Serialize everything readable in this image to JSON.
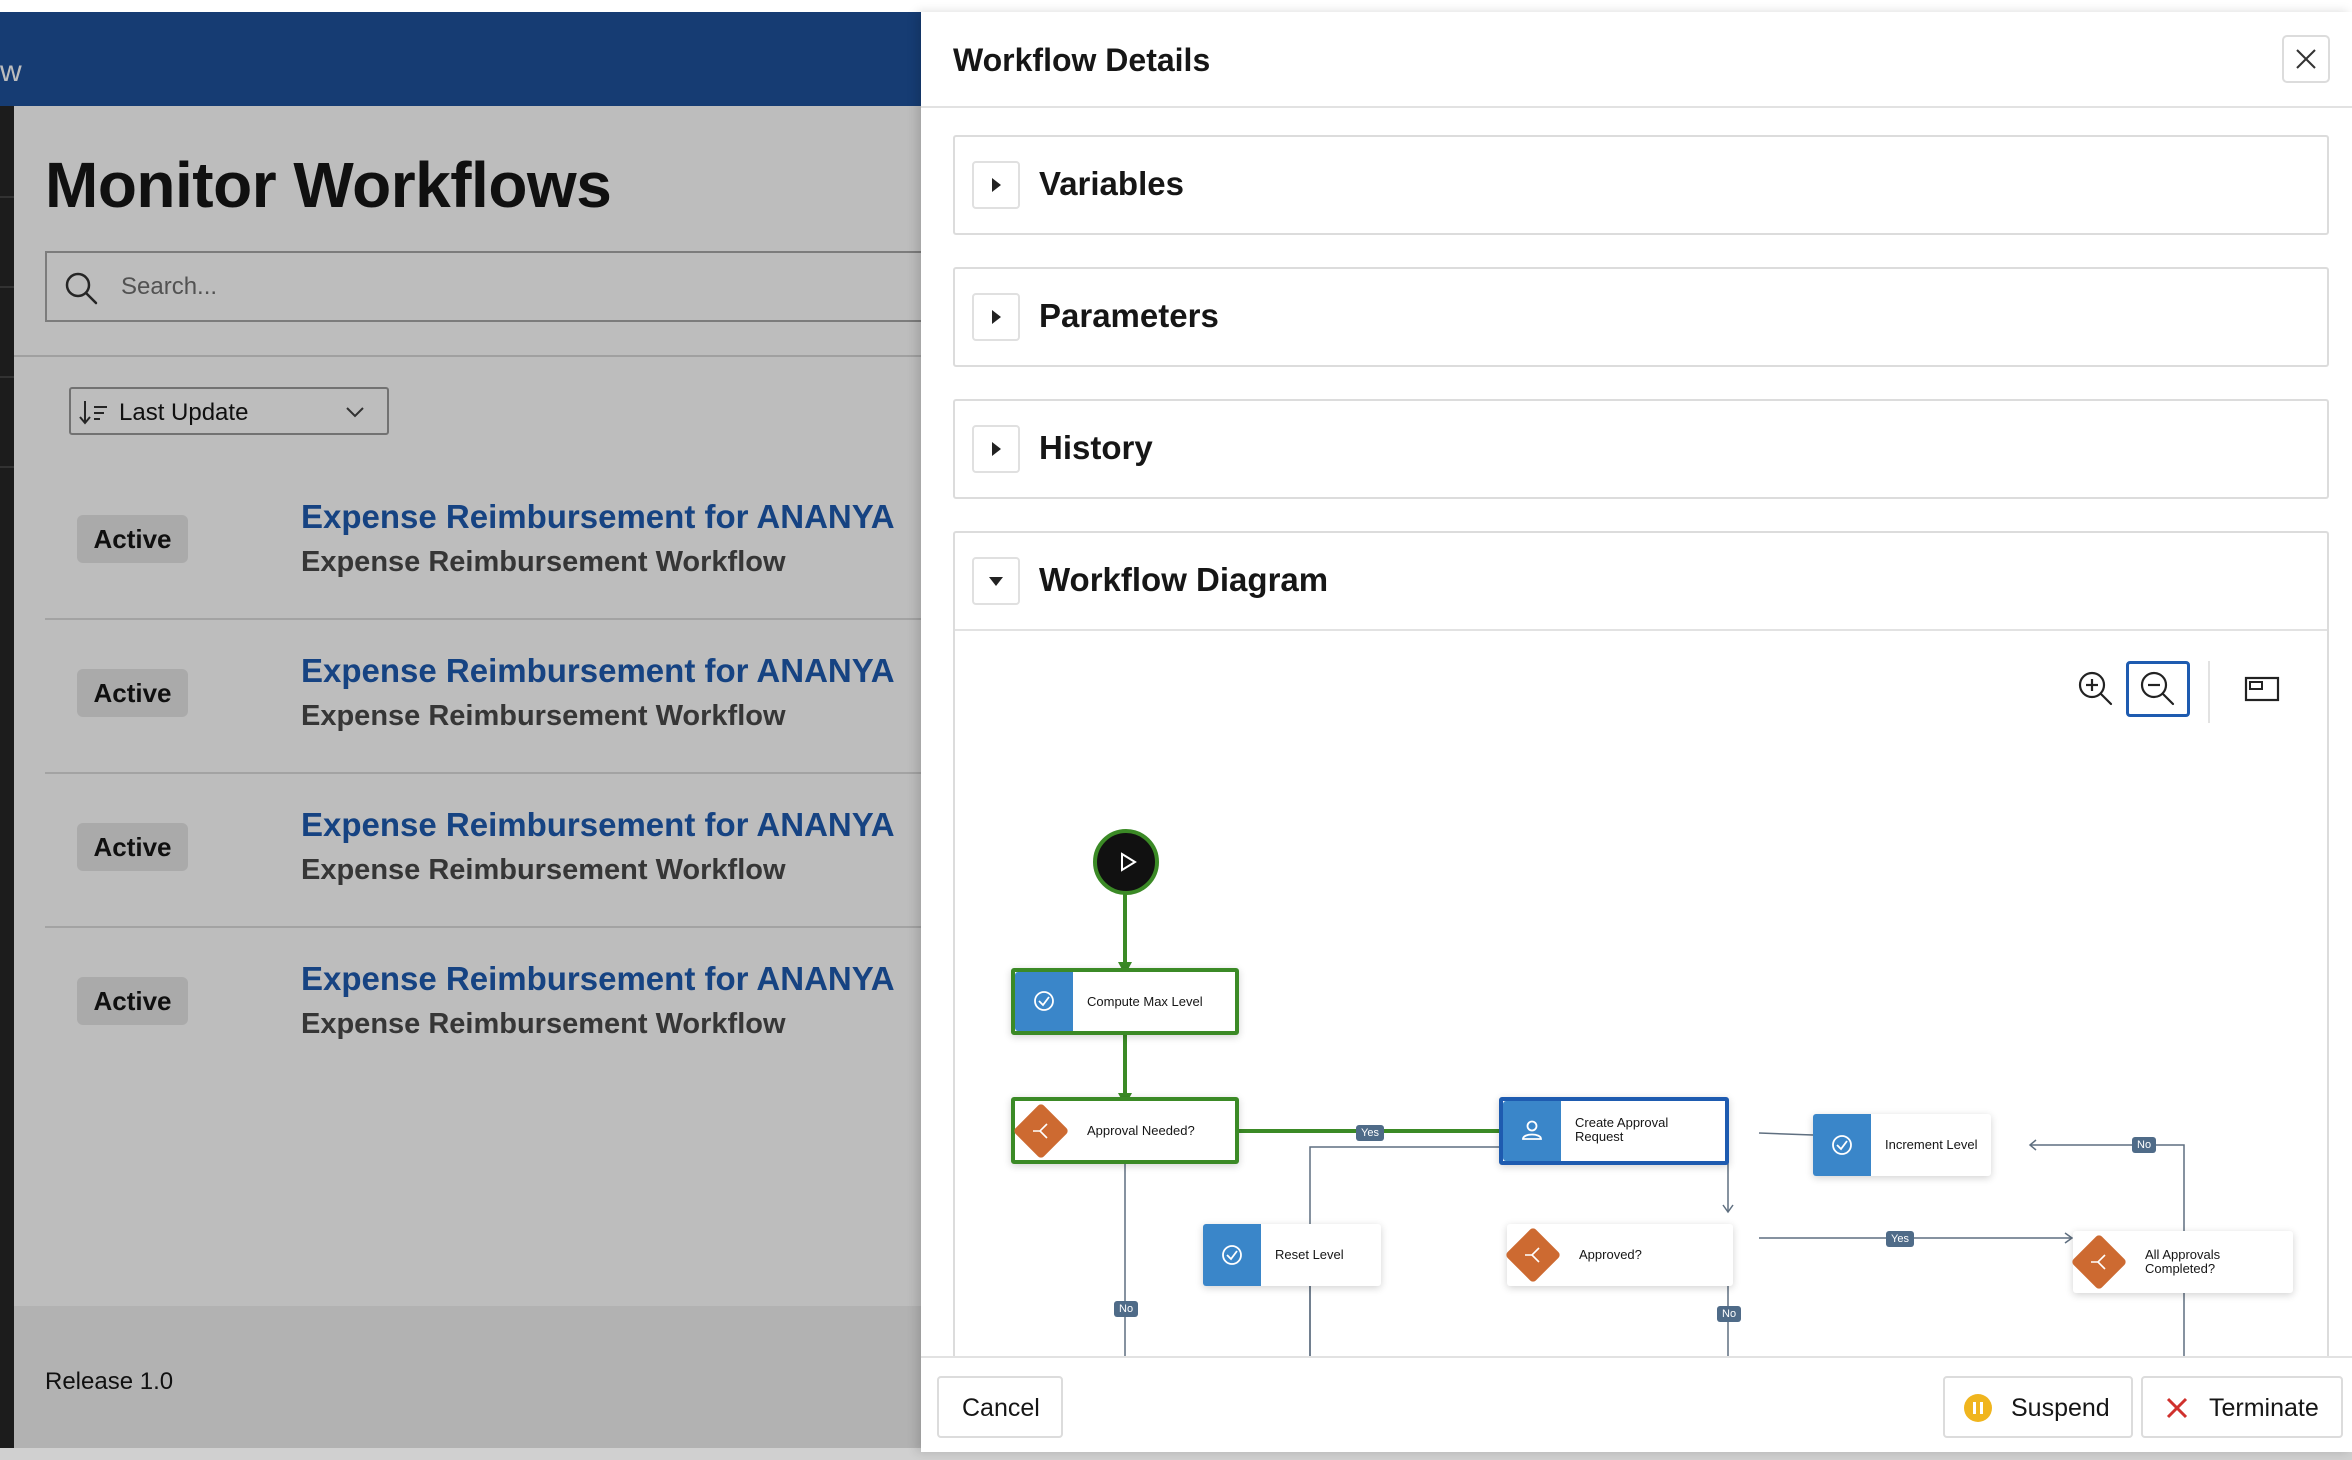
{
  "app": {
    "header_fragment": "w",
    "page_title": "Monitor Workflows",
    "footer_release": "Release 1.0"
  },
  "search": {
    "placeholder": "Search..."
  },
  "sort": {
    "label": "Last Update"
  },
  "workflows": [
    {
      "status": "Active",
      "title": "Expense Reimbursement for ANANYA",
      "subtitle": "Expense Reimbursement Workflow"
    },
    {
      "status": "Active",
      "title": "Expense Reimbursement for ANANYA",
      "subtitle": "Expense Reimbursement Workflow"
    },
    {
      "status": "Active",
      "title": "Expense Reimbursement for ANANYA",
      "subtitle": "Expense Reimbursement Workflow"
    },
    {
      "status": "Active",
      "title": "Expense Reimbursement for ANANYA",
      "subtitle": "Expense Reimbursement Workflow"
    }
  ],
  "dialog": {
    "title": "Workflow Details",
    "regions": {
      "variables": "Variables",
      "parameters": "Parameters",
      "history": "History",
      "diagram": "Workflow Diagram"
    },
    "footer": {
      "cancel": "Cancel",
      "suspend": "Suspend",
      "terminate": "Terminate"
    }
  },
  "diagram": {
    "nodes": {
      "compute_max_level": "Compute Max Level",
      "approval_needed": "Approval Needed?",
      "create_approval_1": "Create Approval",
      "create_approval_2": "Request",
      "increment_level": "Increment Level",
      "reset_level": "Reset Level",
      "approved": "Approved?",
      "all_approvals_1": "All Approvals",
      "all_approvals_2": "Completed?"
    },
    "edge_labels": {
      "yes_1": "Yes",
      "yes_2": "Yes",
      "no_1": "No",
      "no_2": "No",
      "no_3": "No"
    }
  },
  "colors": {
    "header_blue": "#1e519b",
    "link_blue": "#1e5bb0",
    "path_green": "#3b8a26",
    "task_blue": "#3a86c9",
    "gateway_orange": "#cd6a31",
    "suspend_yellow": "#f0b51e",
    "terminate_red": "#d0312d"
  }
}
